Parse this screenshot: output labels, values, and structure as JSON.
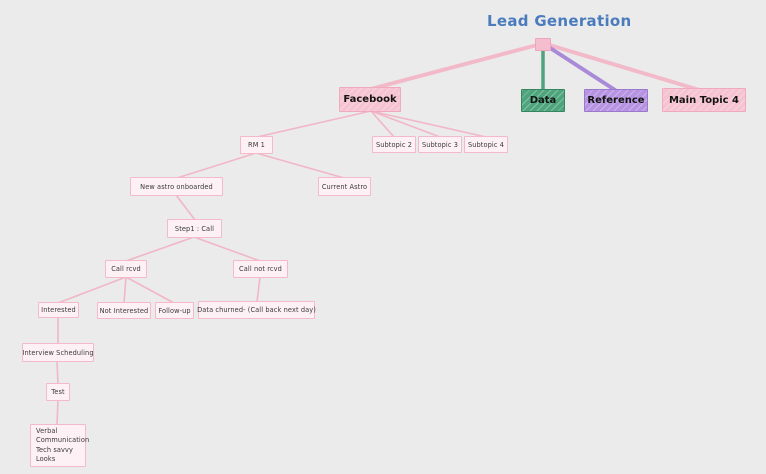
{
  "app": {
    "background": "#ebebeb"
  },
  "title": {
    "text": "Lead Generation",
    "color": "#4a7bbd"
  },
  "mindmap": {
    "root": {
      "color": "#f4bece"
    },
    "nodes": {
      "facebook": {
        "label": "Facebook",
        "fill": "#f5c3d1",
        "border": "#efaabe"
      },
      "data": {
        "label": "Data",
        "fill": "#4ea57d",
        "border": "#37855f"
      },
      "reference": {
        "label": "Reference",
        "fill": "#b794e2",
        "border": "#9a79cf"
      },
      "main_topic_4": {
        "label": "Main Topic 4",
        "fill": "#f5c3d1",
        "border": "#efaabe"
      },
      "subtopic_2": {
        "label": "Subtopic 2"
      },
      "subtopic_3": {
        "label": "Subtopic 3"
      },
      "subtopic_4": {
        "label": "Subtopic 4"
      },
      "rm_1": {
        "label": "RM 1"
      },
      "new_astro_onboarded": {
        "label": "New astro onboarded"
      },
      "current_astro": {
        "label": "Current Astro"
      },
      "step1_call": {
        "label": "Step1 : Call"
      },
      "call_rcvd": {
        "label": "Call rcvd"
      },
      "call_not_rcvd": {
        "label": "Call not rcvd"
      },
      "interested": {
        "label": "Interested"
      },
      "not_interested": {
        "label": "Not Interested"
      },
      "follow_up": {
        "label": "Follow-up"
      },
      "data_churned": {
        "label": "Data churned- (Call back next day)"
      },
      "interview_scheduling": {
        "label": "Interview Scheduling"
      },
      "test": {
        "label": "Test"
      },
      "selection_criteria": {
        "lines": [
          "Verbal",
          "Communication",
          "Tech savvy",
          "Looks"
        ]
      }
    },
    "edges": [
      {
        "from": "lead-generation-root",
        "to": "facebook",
        "color": "#f1b6c7"
      },
      {
        "from": "lead-generation-root",
        "to": "data",
        "color": "#4ea57d"
      },
      {
        "from": "lead-generation-root",
        "to": "reference",
        "color": "#a98ad8"
      },
      {
        "from": "lead-generation-root",
        "to": "main_topic_4",
        "color": "#f1b6c7"
      },
      {
        "from": "facebook",
        "to": "rm_1",
        "color": "#f1b6c7"
      },
      {
        "from": "facebook",
        "to": "subtopic_2",
        "color": "#f1b6c7"
      },
      {
        "from": "facebook",
        "to": "subtopic_3",
        "color": "#f1b6c7"
      },
      {
        "from": "facebook",
        "to": "subtopic_4",
        "color": "#f1b6c7"
      },
      {
        "from": "rm_1",
        "to": "new_astro_onboarded",
        "color": "#f1b6c7"
      },
      {
        "from": "rm_1",
        "to": "current_astro",
        "color": "#f1b6c7"
      },
      {
        "from": "new_astro_onboarded",
        "to": "step1_call",
        "color": "#f1b6c7"
      },
      {
        "from": "step1_call",
        "to": "call_rcvd",
        "color": "#f1b6c7"
      },
      {
        "from": "step1_call",
        "to": "call_not_rcvd",
        "color": "#f1b6c7"
      },
      {
        "from": "call_rcvd",
        "to": "interested",
        "color": "#f1b6c7"
      },
      {
        "from": "call_rcvd",
        "to": "not_interested",
        "color": "#f1b6c7"
      },
      {
        "from": "call_rcvd",
        "to": "follow_up",
        "color": "#f1b6c7"
      },
      {
        "from": "call_not_rcvd",
        "to": "data_churned",
        "color": "#f1b6c7"
      },
      {
        "from": "interested",
        "to": "interview_scheduling",
        "color": "#f1b6c7"
      },
      {
        "from": "interview_scheduling",
        "to": "test",
        "color": "#f1b6c7"
      },
      {
        "from": "test",
        "to": "selection_criteria",
        "color": "#f1b6c7"
      }
    ]
  }
}
